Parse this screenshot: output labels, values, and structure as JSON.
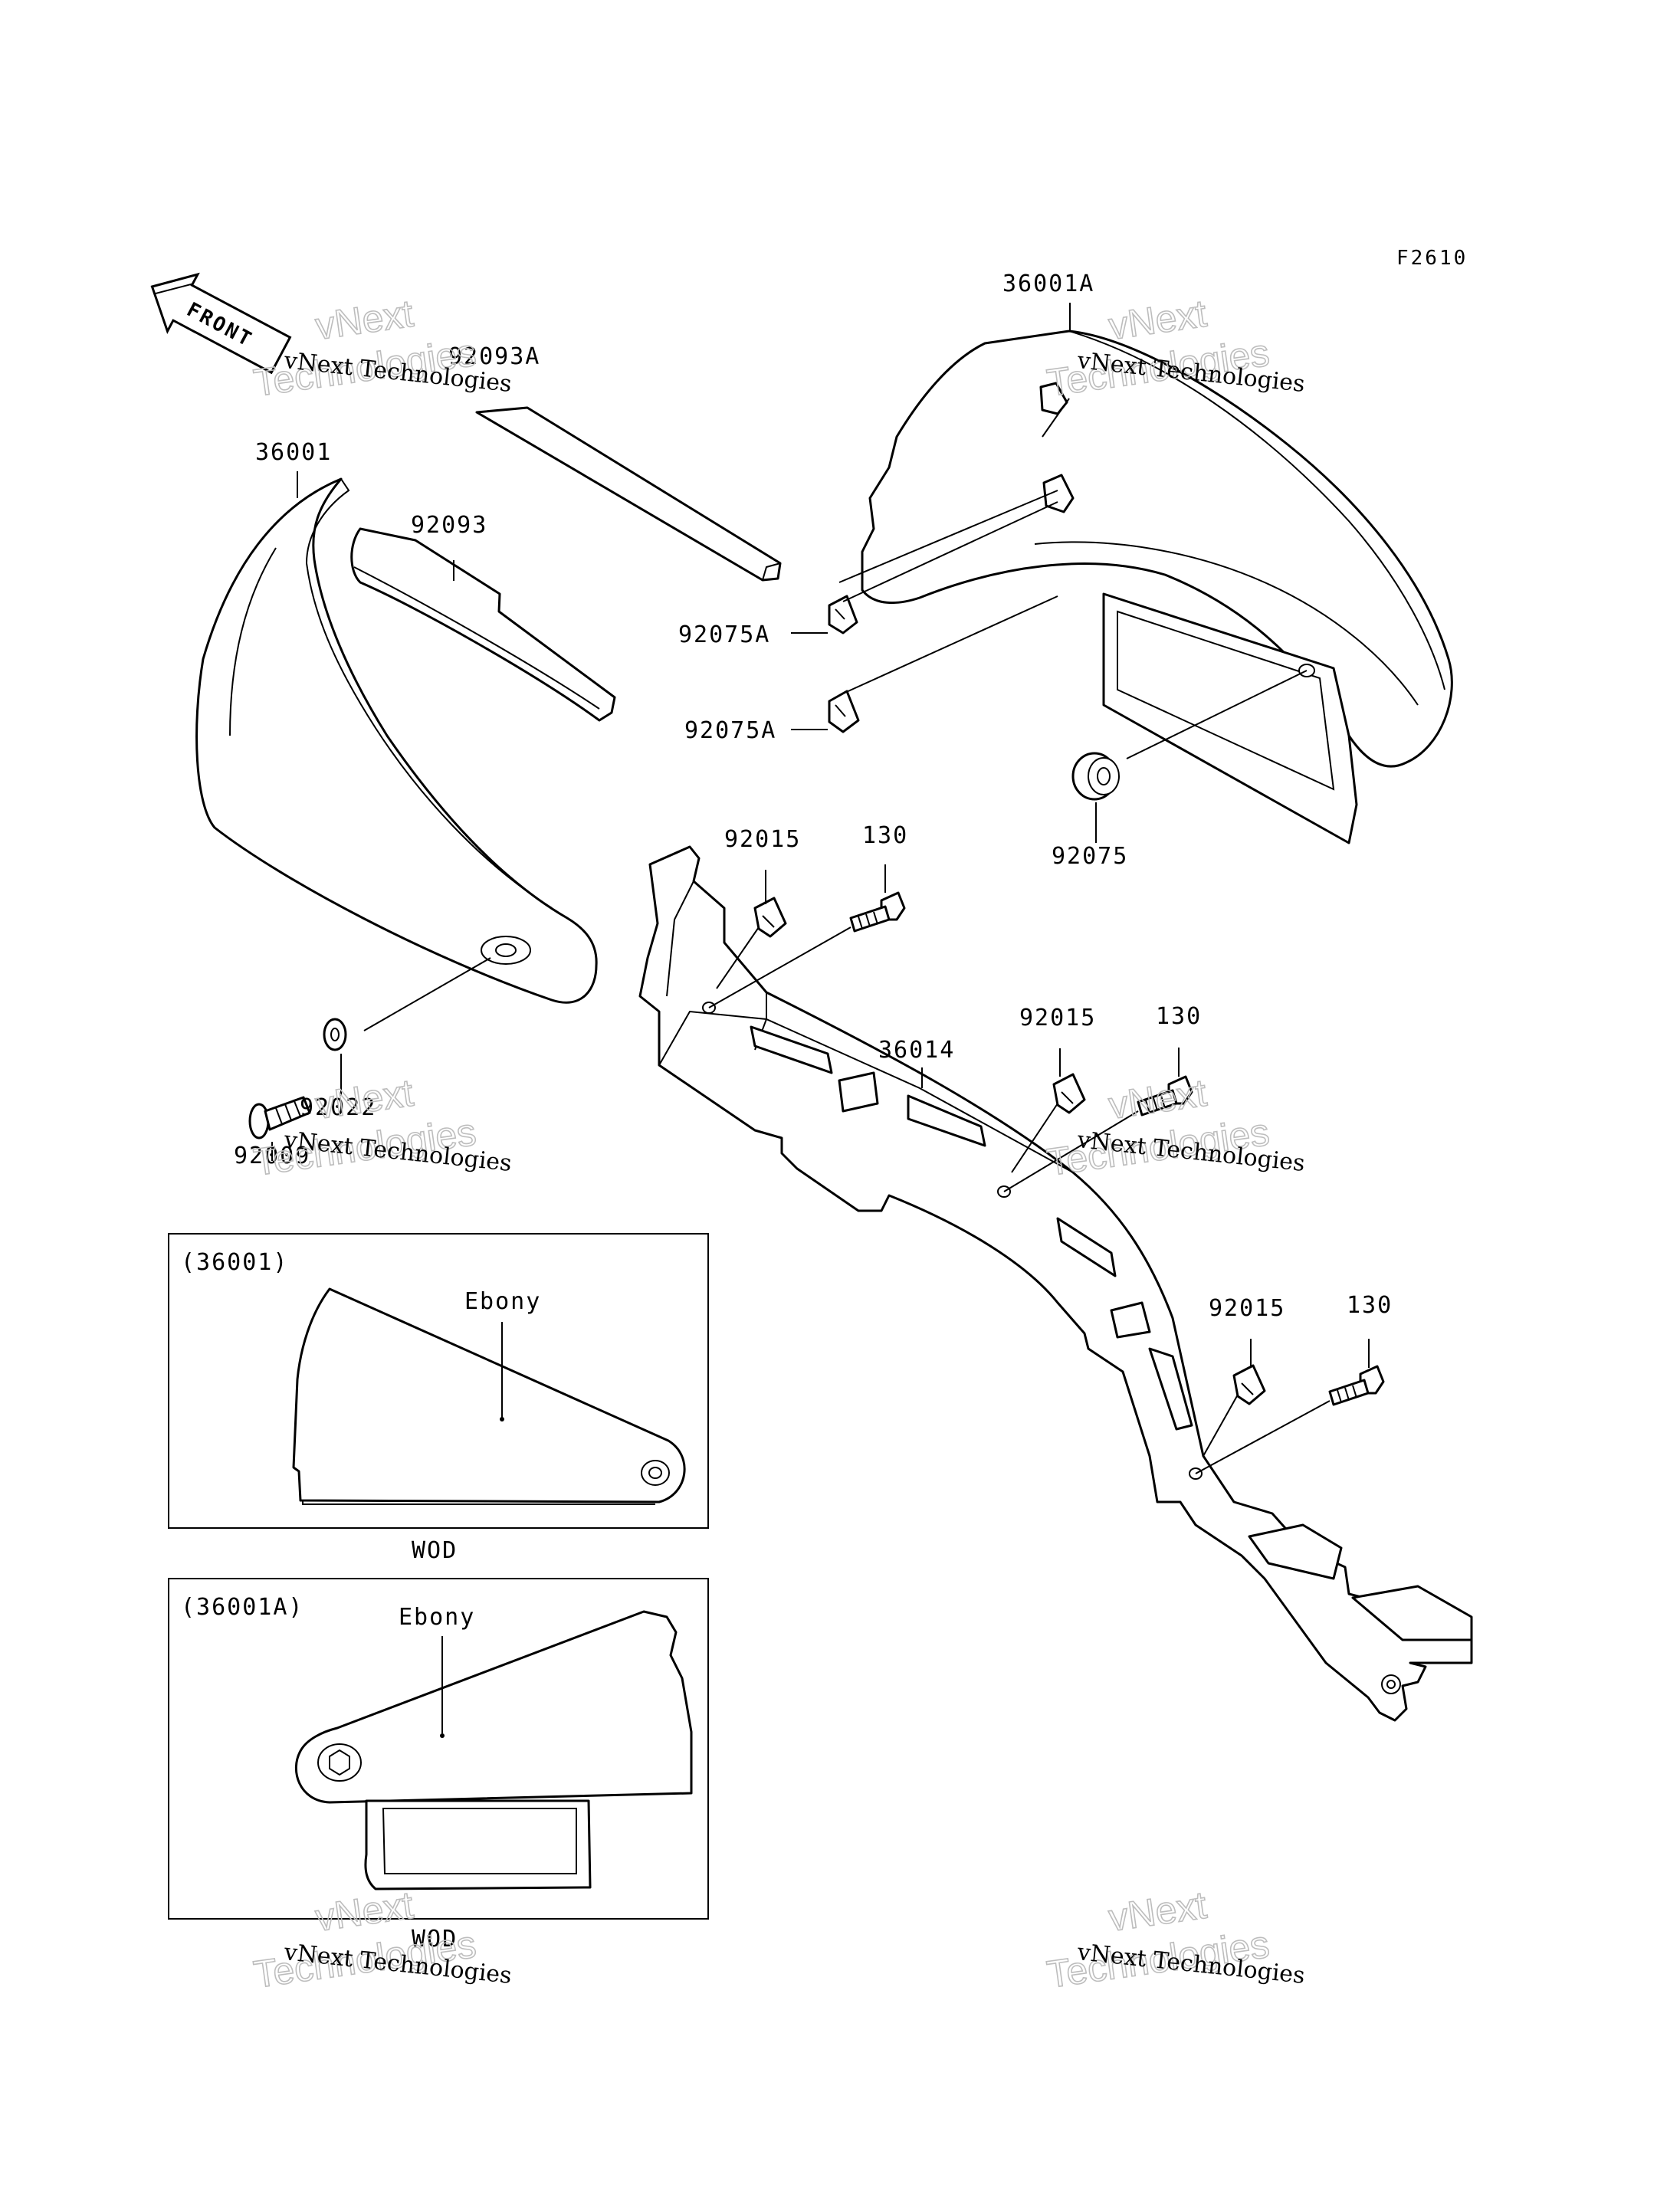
{
  "figure_code": "F2610",
  "front_arrow": "FRONT",
  "watermark": {
    "line1": "vNext",
    "line2": "Technologies",
    "caption": "vNext Technologies"
  },
  "part_labels": {
    "p36001": "36001",
    "p36001A": "36001A",
    "p92093A": "92093A",
    "p92093": "92093",
    "p92075A_1": "92075A",
    "p92075A_2": "92075A",
    "p92075": "92075",
    "p92015_1": "92015",
    "p92015_2": "92015",
    "p92015_3": "92015",
    "p130_1": "130",
    "p130_2": "130",
    "p130_3": "130",
    "p36014": "36014",
    "p92022": "92022",
    "p92009": "92009"
  },
  "inset_1": {
    "ref": "(36001)",
    "color": "Ebony",
    "caption": "WOD"
  },
  "inset_2": {
    "ref": "(36001A)",
    "color": "Ebony",
    "caption": "WOD"
  }
}
